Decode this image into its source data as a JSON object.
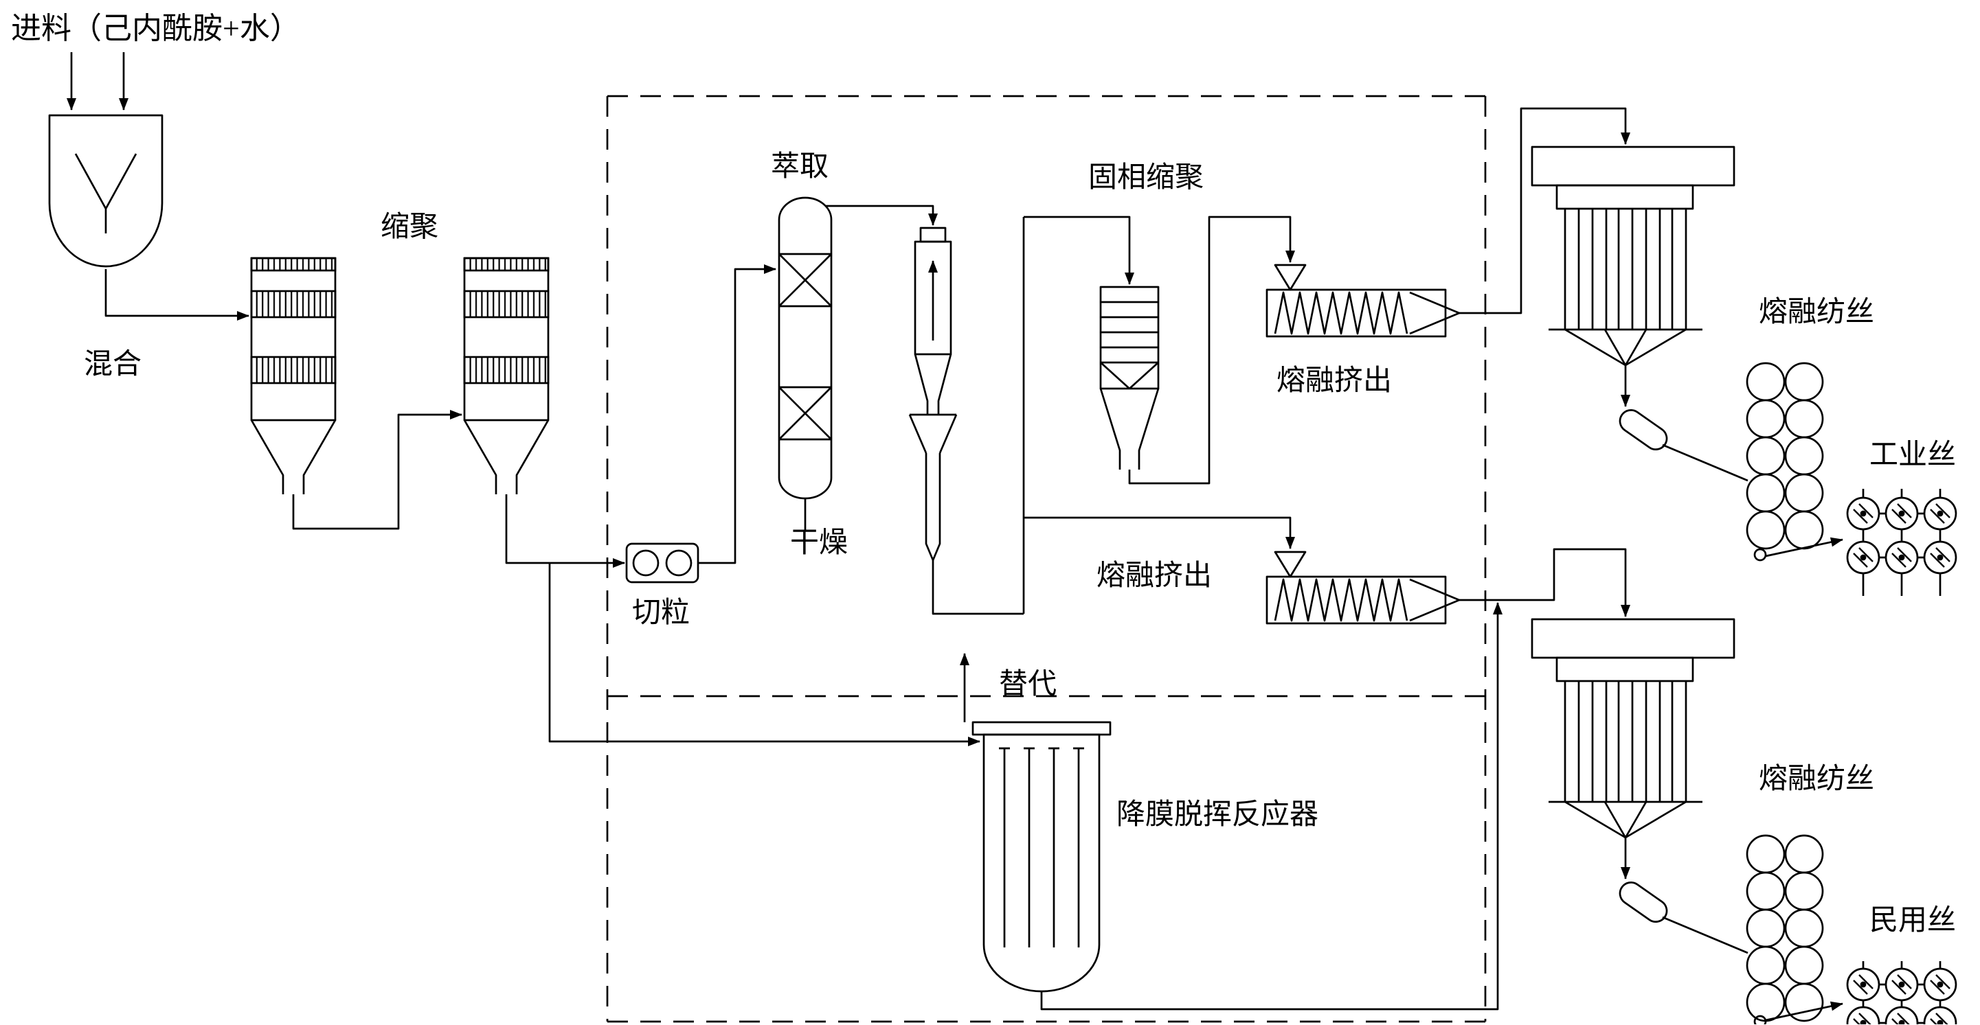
{
  "background": "#ffffff",
  "line_color": "#000000",
  "labels": {
    "feed": "进料（己内酰胺+水）",
    "mixing": "混合",
    "polycondensation": "缩聚",
    "extraction": "萃取",
    "drying": "干燥",
    "pelletizing": "切粒",
    "solid_state_polycondensation": "固相缩聚",
    "melt_extrusion_top": "熔融挤出",
    "melt_extrusion_bottom": "熔融挤出",
    "melt_spinning_top": "熔融纺丝",
    "melt_spinning_bottom": "熔融纺丝",
    "substitute": "替代",
    "falling_film_devolatilizer": "降膜脱挥反应器",
    "industrial_yarn": "工业丝",
    "civilian_yarn": "民用丝"
  }
}
